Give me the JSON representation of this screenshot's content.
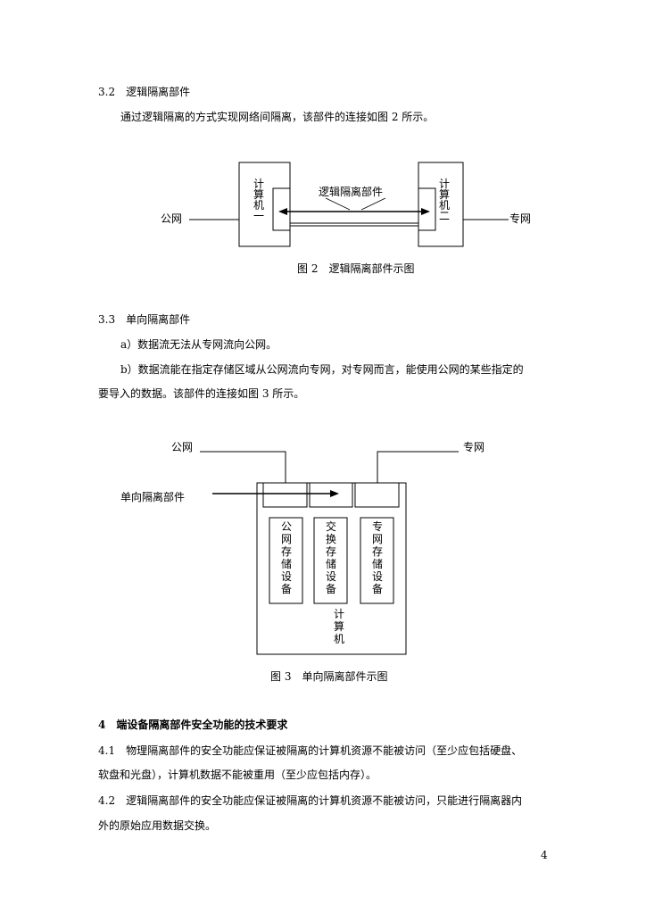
{
  "sec32": {
    "heading": "3.2　逻辑隔离部件",
    "body": "通过逻辑隔离的方式实现网络间隔离，该部件的连接如图 2 所示。"
  },
  "fig2": {
    "left_box": [
      "计",
      "算",
      "机",
      "一"
    ],
    "right_box": [
      "计",
      "算",
      "机",
      "二"
    ],
    "component_label": "逻辑隔离部件",
    "public_net": "公网",
    "private_net": "专网",
    "caption": "图 2　逻辑隔离部件示图"
  },
  "sec33": {
    "heading": "3.3　单向隔离部件",
    "item_a": "a）数据流无法从专网流向公网。",
    "item_b_line1": "b）数据流能在指定存储区域从公网流向专网，对专网而言，能使用公网的某些指定的",
    "item_b_line2": "要导入的数据。该部件的连接如图 3 所示。"
  },
  "fig3": {
    "public_net": "公网",
    "private_net": "专网",
    "component_label": "单向隔离部件",
    "col1": [
      "公",
      "网",
      "存",
      "储",
      "设",
      "备"
    ],
    "col2": [
      "交",
      "换",
      "存",
      "储",
      "设",
      "备"
    ],
    "col3": [
      "专",
      "网",
      "存",
      "储",
      "设",
      "备"
    ],
    "computer": [
      "计",
      "算",
      "机"
    ],
    "caption": "图 3　单向隔离部件示图"
  },
  "sec4": {
    "heading": "4　端设备隔离部件安全功能的技术要求",
    "p41_line1": "4.1　物理隔离部件的安全功能应保证被隔离的计算机资源不能被访问（至少应包括硬盘、",
    "p41_line2": "软盘和光盘），计算机数据不能被重用（至少应包括内存）。",
    "p42_line1": "4.2　逻辑隔离部件的安全功能应保证被隔离的计算机资源不能被访问，只能进行隔离器内",
    "p42_line2": "外的原始应用数据交换。"
  },
  "page_number": "4"
}
